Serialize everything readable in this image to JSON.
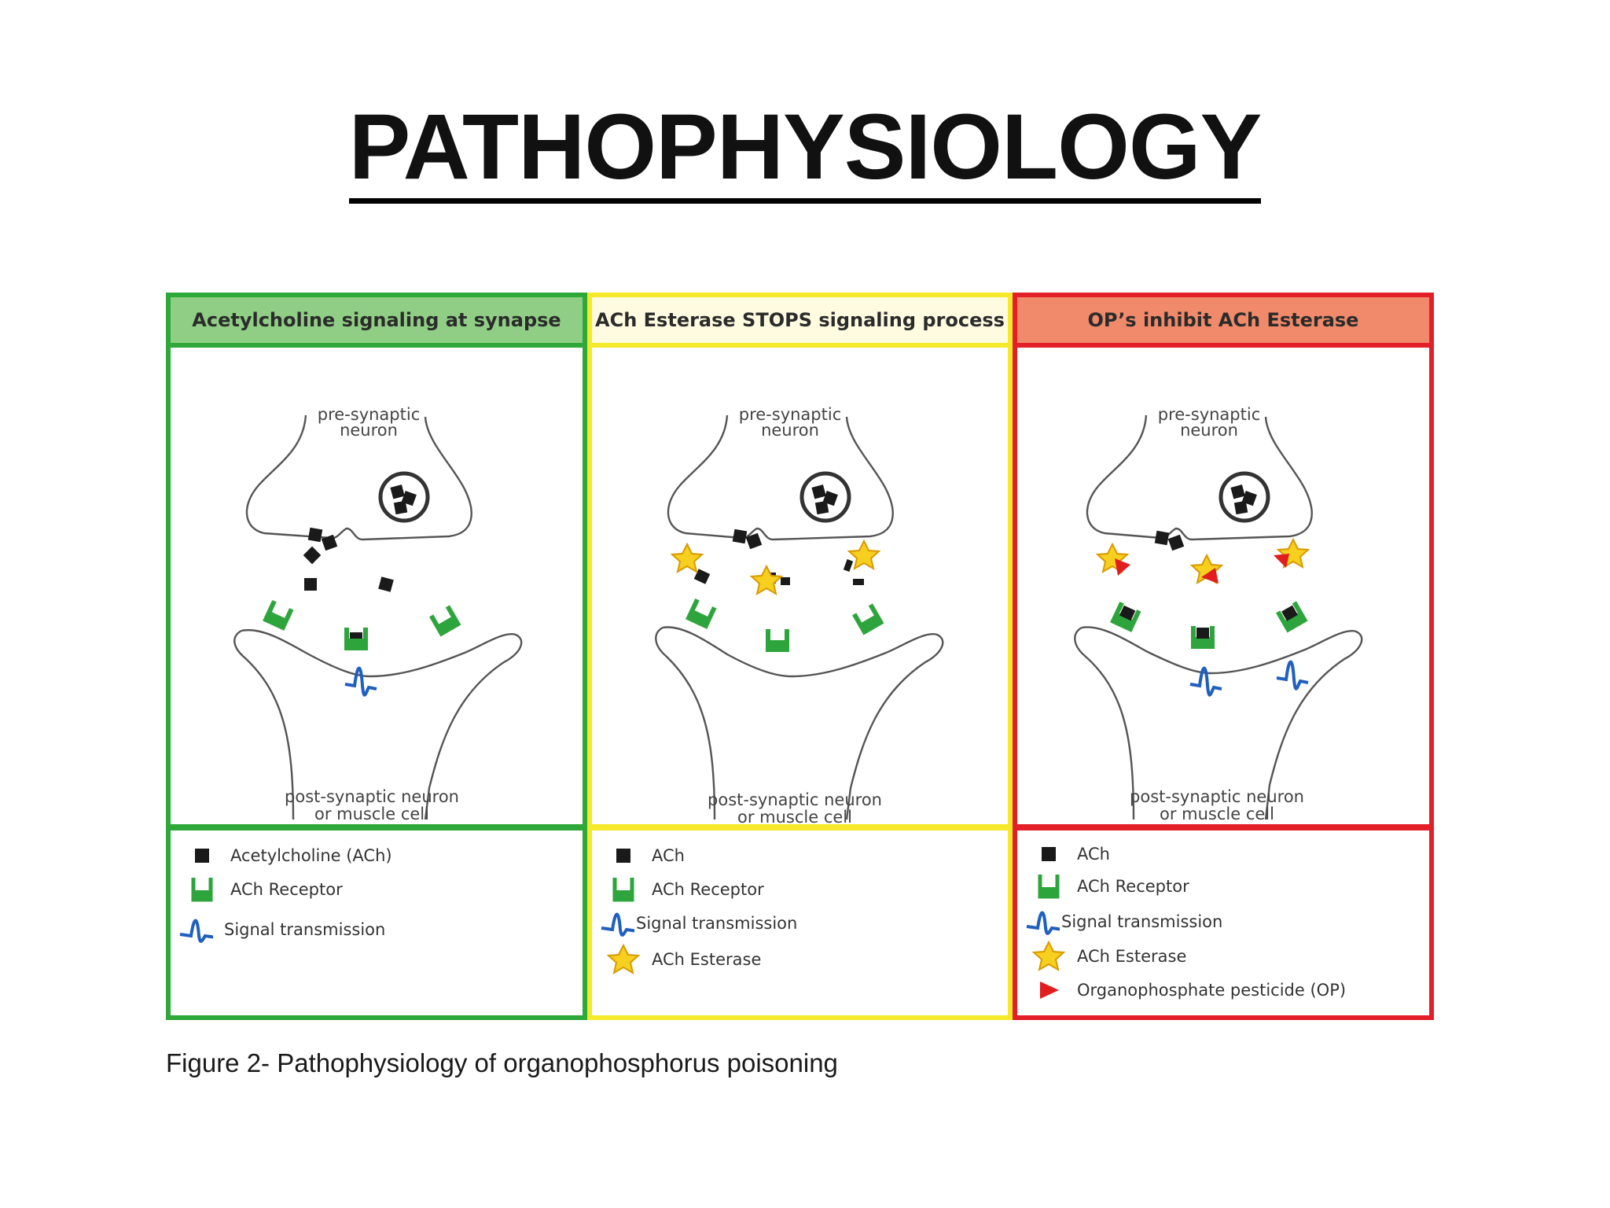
{
  "slide": {
    "title": "PATHOPHYSIOLOGY"
  },
  "caption": "Figure 2- Pathophysiology of organophosphorus poisoning",
  "colors": {
    "green": "#2fa83a",
    "yellow": "#f5e92a",
    "red": "#e3202a",
    "ach": "#1a1a1a",
    "receptor": "#2ea53c",
    "signal": "#1f5fbf",
    "esterase": "#f7cf1e",
    "op": "#e11d1d"
  },
  "panels": [
    {
      "header": "Acetylcholine signaling at synapse",
      "header_bg": "#8fce84",
      "border": "#2fa83a",
      "pre_label": [
        "pre-synaptic",
        "neuron"
      ],
      "post_label": [
        "post-synaptic neuron",
        "or muscle cell"
      ],
      "legend": [
        {
          "icon": "ach-square-icon",
          "label": "Acetylcholine (ACh)"
        },
        {
          "icon": "receptor-icon",
          "label": "ACh Receptor"
        },
        {
          "icon": "signal-icon",
          "label": "Signal transmission"
        }
      ]
    },
    {
      "header": "ACh Esterase STOPS signaling process",
      "header_bg": "#fffbe0",
      "border": "#f5e92a",
      "pre_label": [
        "pre-synaptic",
        "neuron"
      ],
      "post_label": [
        "post-synaptic neuron",
        "or muscle cell"
      ],
      "legend": [
        {
          "icon": "ach-square-icon",
          "label": "ACh"
        },
        {
          "icon": "receptor-icon",
          "label": "ACh Receptor"
        },
        {
          "icon": "signal-icon",
          "label": "Signal transmission"
        },
        {
          "icon": "esterase-star-icon",
          "label": "ACh Esterase"
        }
      ]
    },
    {
      "header": "OP’s inhibit ACh Esterase",
      "header_bg": "#f08a6a",
      "border": "#e3202a",
      "pre_label": [
        "pre-synaptic",
        "neuron"
      ],
      "post_label": [
        "post-synaptic neuron",
        "or muscle cell"
      ],
      "legend": [
        {
          "icon": "ach-square-icon",
          "label": "ACh"
        },
        {
          "icon": "receptor-icon",
          "label": "ACh Receptor"
        },
        {
          "icon": "signal-icon",
          "label": "Signal transmission"
        },
        {
          "icon": "esterase-star-icon",
          "label": "ACh Esterase"
        },
        {
          "icon": "op-triangle-icon",
          "label": "Organophosphate pesticide (OP)"
        }
      ]
    }
  ]
}
